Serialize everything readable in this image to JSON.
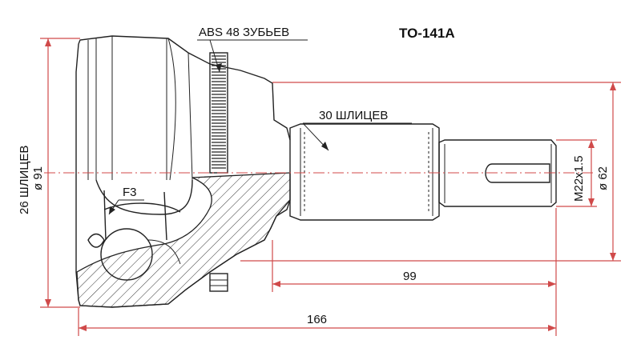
{
  "title": "TO-141A",
  "labels": {
    "abs": "ABS 48 ЗУБЬЕВ",
    "outer_splines": "30 ШЛИЦЕВ",
    "inner_splines": "26 ШЛИЦЕВ",
    "inner_diameter": "ø 91",
    "f3": "F3",
    "thread": "M22x1.5",
    "shaft_diameter": "ø 62",
    "length_99": "99",
    "length_166": "166"
  }
}
